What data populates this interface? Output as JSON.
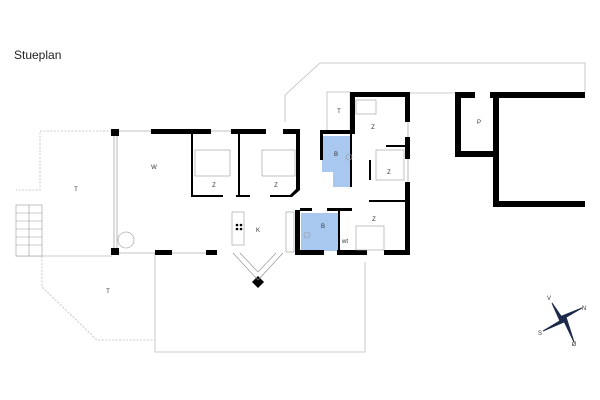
{
  "title": "Stueplan",
  "colors": {
    "wall": "#000000",
    "bathroom": "#a8c8ef",
    "outline": "#bbbbbb",
    "compass": "#1d2a4a"
  },
  "rooms": [
    {
      "label": "T",
      "type": "terrace"
    },
    {
      "label": "W",
      "type": "living"
    },
    {
      "label": "Z",
      "type": "bedroom"
    },
    {
      "label": "Z",
      "type": "bedroom"
    },
    {
      "label": "K",
      "type": "kitchen"
    },
    {
      "label": "T",
      "type": "terrace"
    },
    {
      "label": "T",
      "type": "terrace"
    },
    {
      "label": "B",
      "type": "bathroom"
    },
    {
      "label": "Z",
      "type": "bedroom"
    },
    {
      "label": "Z",
      "type": "bedroom"
    },
    {
      "label": "B",
      "type": "bathroom"
    },
    {
      "label": "wt",
      "type": "utility"
    },
    {
      "label": "Z",
      "type": "bedroom"
    },
    {
      "label": "P",
      "type": "annex"
    }
  ],
  "compass": {
    "north": "N",
    "south": "S",
    "east": "Ø",
    "west": "V"
  }
}
